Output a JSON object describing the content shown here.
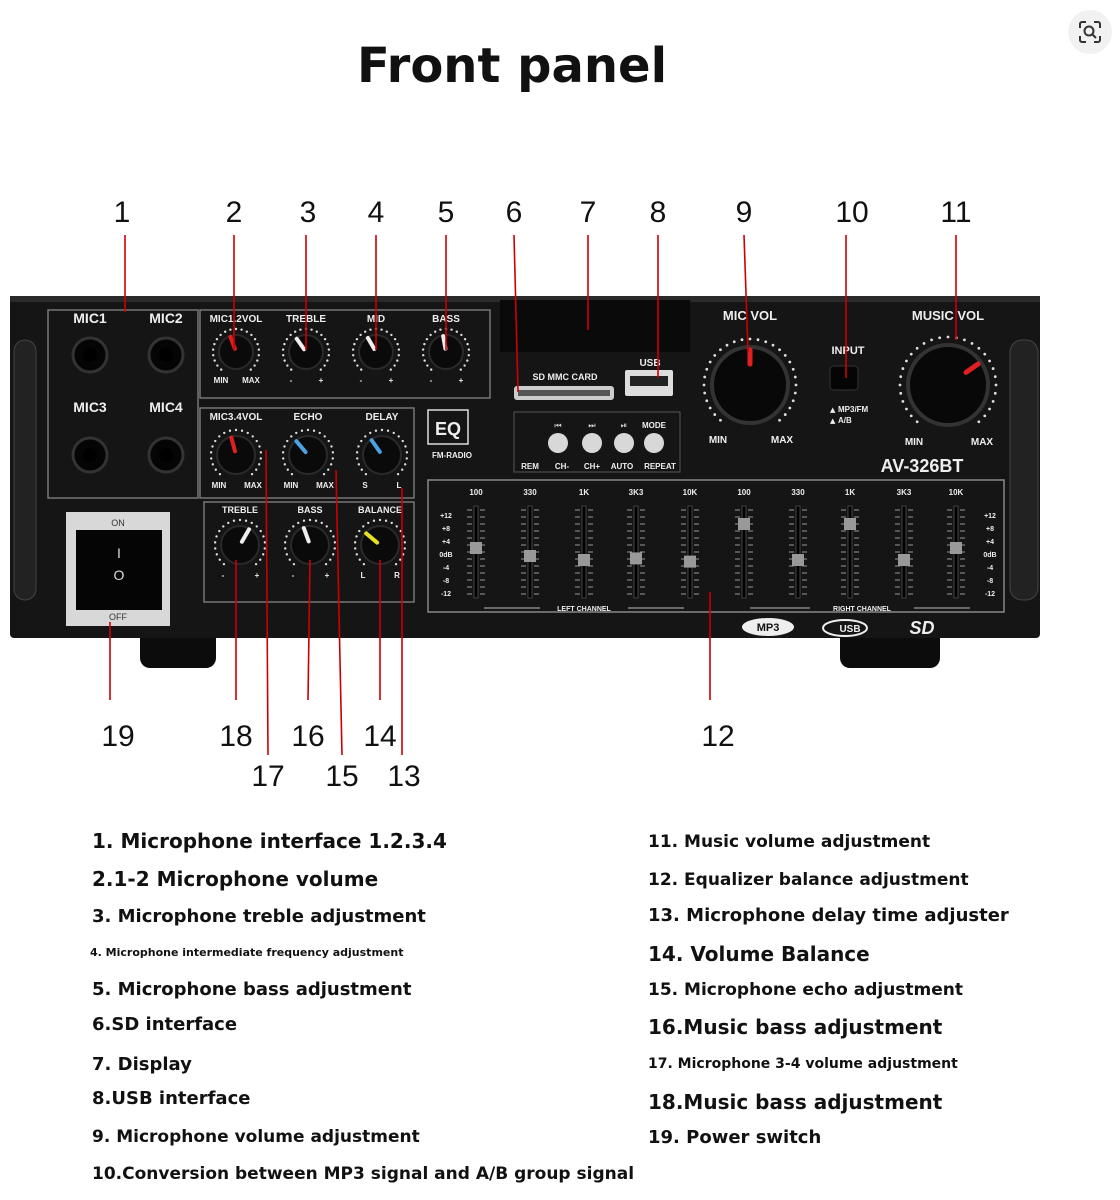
{
  "title": "Front panel",
  "callouts": [
    "1",
    "2",
    "3",
    "4",
    "5",
    "6",
    "7",
    "8",
    "9",
    "10",
    "11",
    "12",
    "13",
    "14",
    "15",
    "16",
    "17",
    "18",
    "19"
  ],
  "panel": {
    "mic_ports": [
      "MIC1",
      "MIC2",
      "MIC3",
      "MIC4"
    ],
    "knob_row1": [
      {
        "label": "MIC1.2VOL",
        "min": "MIN",
        "max": "MAX"
      },
      {
        "label": "TREBLE",
        "min": "-",
        "max": "+"
      },
      {
        "label": "MID",
        "min": "-",
        "max": "+"
      },
      {
        "label": "BASS",
        "min": "-",
        "max": "+"
      }
    ],
    "knob_row2": [
      {
        "label": "MIC3.4VOL",
        "min": "MIN",
        "max": "MAX"
      },
      {
        "label": "ECHO",
        "min": "MIN",
        "max": "MAX"
      },
      {
        "label": "DELAY",
        "min": "S",
        "max": "L"
      }
    ],
    "knob_row3": [
      {
        "label": "TREBLE",
        "min": "-",
        "max": "+"
      },
      {
        "label": "BASS",
        "min": "-",
        "max": "+"
      },
      {
        "label": "BALANCE",
        "min": "L",
        "max": "R"
      }
    ],
    "eq_logo": "EQ",
    "eq_sub": "FM-RADIO",
    "sd_label": "SD MMC CARD",
    "usb_label": "USB",
    "mode_label": "MODE",
    "button_labels": [
      "REM",
      "CH-",
      "CH+",
      "AUTO",
      "REPEAT"
    ],
    "mic_vol": {
      "label": "MIC VOL",
      "min": "MIN",
      "max": "MAX"
    },
    "music_vol": {
      "label": "MUSIC VOL",
      "min": "MIN",
      "max": "MAX"
    },
    "input_label": "INPUT",
    "input_opts": [
      "MP3/FM",
      "A/B"
    ],
    "model": "AV-326BT",
    "eq_freqs": [
      "100",
      "330",
      "1K",
      "3K3",
      "10K",
      "100",
      "330",
      "1K",
      "3K3",
      "10K"
    ],
    "eq_scale": [
      "+12",
      "+8",
      "+4",
      "0dB",
      "-4",
      "-8",
      "-12"
    ],
    "eq_scale_right": [
      "+12",
      "+8",
      "+4",
      "0dB",
      "-4",
      "-8",
      "-12"
    ],
    "left_channel": "LEFT CHANNEL",
    "right_channel": "RIGHT CHANNEL",
    "logos": [
      "MP3",
      "USB",
      "SD"
    ],
    "switch_on": "ON",
    "switch_off": "OFF",
    "switch_symbols": [
      "I",
      "O"
    ]
  },
  "legend_left": [
    "1. Microphone interface 1.2.3.4",
    "2.1-2 Microphone volume",
    "3. Microphone treble adjustment",
    "4. Microphone intermediate frequency adjustment",
    "5. Microphone bass adjustment",
    "6.SD interface",
    "7. Display",
    "8.USB interface",
    "9. Microphone volume adjustment",
    "10.Conversion between MP3 signal and A/B group signal"
  ],
  "legend_right": [
    "11. Music volume adjustment",
    "12. Equalizer balance adjustment",
    "13. Microphone delay time adjuster",
    "14. Volume Balance",
    "15. Microphone echo adjustment",
    "16.Music bass adjustment",
    "17. Microphone 3-4 volume adjustment",
    "18.Music bass adjustment",
    "19. Power switch"
  ],
  "colors": {
    "panel": "#141414",
    "accent_red": "#e02020",
    "accent_blue": "#4aa3e0",
    "accent_yellow": "#e8e020"
  }
}
